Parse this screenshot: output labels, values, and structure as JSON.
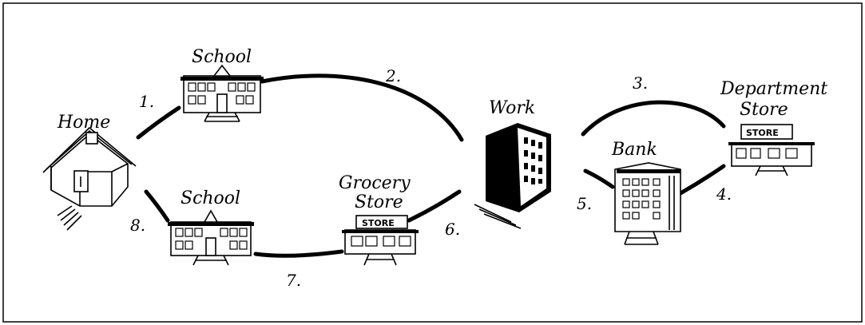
{
  "diagram": {
    "places": {
      "home": "Home",
      "school_top": "School",
      "school_bottom": "School",
      "work": "Work",
      "department_store_line1": "Department",
      "department_store_line2": "Store",
      "bank": "Bank",
      "grocery_store_line1": "Grocery",
      "grocery_store_line2": "Store"
    },
    "store_sign": "STORE",
    "route_numbers": [
      "1.",
      "2.",
      "3.",
      "4.",
      "5.",
      "6.",
      "7.",
      "8."
    ]
  }
}
